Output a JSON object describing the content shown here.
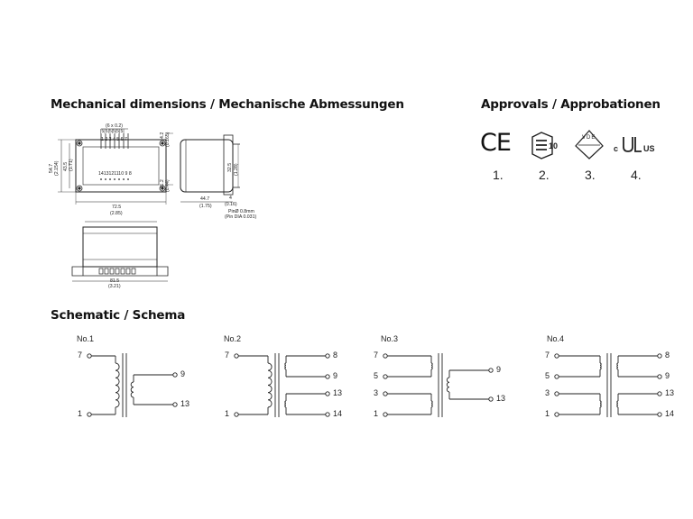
{
  "headings": {
    "mechanical": "Mechanical dimensions / Mechanische Abmessungen",
    "approvals": "Approvals / Approbationen",
    "schematic": "Schematic / Schema"
  },
  "approvals": [
    {
      "mark": "CE",
      "icon": "ce-mark-icon",
      "number": "1."
    },
    {
      "mark": "10",
      "icon": "enec-10-mark-icon",
      "number": "2."
    },
    {
      "mark": "VDE",
      "icon": "vde-mark-icon",
      "number": "3."
    },
    {
      "mark": "c",
      "mark_us": "US",
      "icon": "ul-recognized-mark-icon",
      "number": "4."
    }
  ],
  "dimensions": {
    "pin_pitch": "(6 x 0.2)",
    "pin_pitch_values": [
      "5",
      "5",
      "5",
      "5",
      "5",
      "5"
    ],
    "top_pins": [
      "1",
      "2",
      "3",
      "4",
      "5",
      "6",
      "7"
    ],
    "bottom_pins": "1413121110 9  8",
    "height_total": "54.7",
    "height_total_in": "(2.154)",
    "height_inner": "43.5",
    "height_inner_in": "(1.71)",
    "top_offset": "4.2",
    "top_offset_in": "(0.165)",
    "bottom_offset": "11.2",
    "bottom_offset_in": "(0.44)",
    "width": "72.5",
    "width_in": "(2.85)",
    "side_width": "44.7",
    "side_width_in": "(1.75)",
    "side_height": "32.5",
    "side_height_in": "(1.28)",
    "pin_length": "4",
    "pin_length_in": "(0.16)",
    "pin_diameter": "PinØ 0.8mm",
    "pin_diameter_in": "(Pin DIA 0.031)",
    "base_width": "81.5",
    "base_width_in": "(3.21)"
  },
  "schematics": [
    {
      "title": "No.1",
      "primary": [
        "7",
        "1"
      ],
      "secondary": [
        "9",
        "13"
      ]
    },
    {
      "title": "No.2",
      "primary": [
        "7",
        "1"
      ],
      "secondary": [
        "8",
        "9",
        "13",
        "14"
      ]
    },
    {
      "title": "No.3",
      "primary": [
        "7",
        "5",
        "3",
        "1"
      ],
      "secondary": [
        "9",
        "13"
      ]
    },
    {
      "title": "No.4",
      "primary": [
        "7",
        "5",
        "3",
        "1"
      ],
      "secondary": [
        "8",
        "9",
        "13",
        "14"
      ]
    }
  ]
}
